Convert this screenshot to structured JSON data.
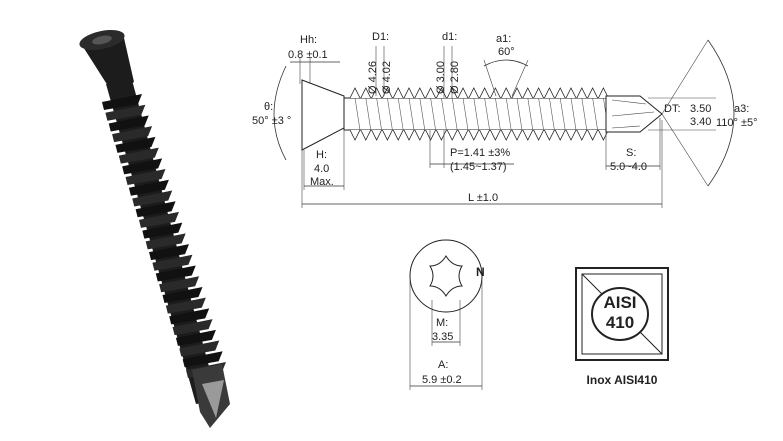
{
  "dimensions": {
    "hh_label": "Hh:",
    "hh_value": "0.8 ±0.1",
    "theta_label": "θ:",
    "theta_value": "50° ±3 °",
    "h_label": "H:",
    "h_value": "4.0",
    "h_suffix": "Max.",
    "d1_label": "D1:",
    "d1_value_a": "Ø 4.26",
    "d1_value_b": "Ø 4.02",
    "d1s_label": "d1:",
    "d1s_value_a": "Ø 3.00",
    "d1s_value_b": "Ø 2.80",
    "a1_label": "a1:",
    "a1_value": "60°",
    "p_label": "P=1.41 ±3%",
    "p_range": "(1.45~1.37)",
    "dt_label": "DT:",
    "dt_value_a": "3.50",
    "dt_value_b": "3.40",
    "s_label": "S:",
    "s_value": "5.0~4.0",
    "a3_label": "a3:",
    "a3_value": "110° ±5°",
    "l_label": "L ±1.0",
    "m_label": "M:",
    "m_value": "3.35",
    "a_label": "A:",
    "a_value": "5.9 ±0.2",
    "n_label": "N"
  },
  "badge": {
    "line1": "AISI",
    "line2": "410",
    "caption": "Inox AISI410"
  },
  "colors": {
    "screw_body": "#1c1c1c",
    "line": "#333333",
    "badge_border": "#222222"
  }
}
